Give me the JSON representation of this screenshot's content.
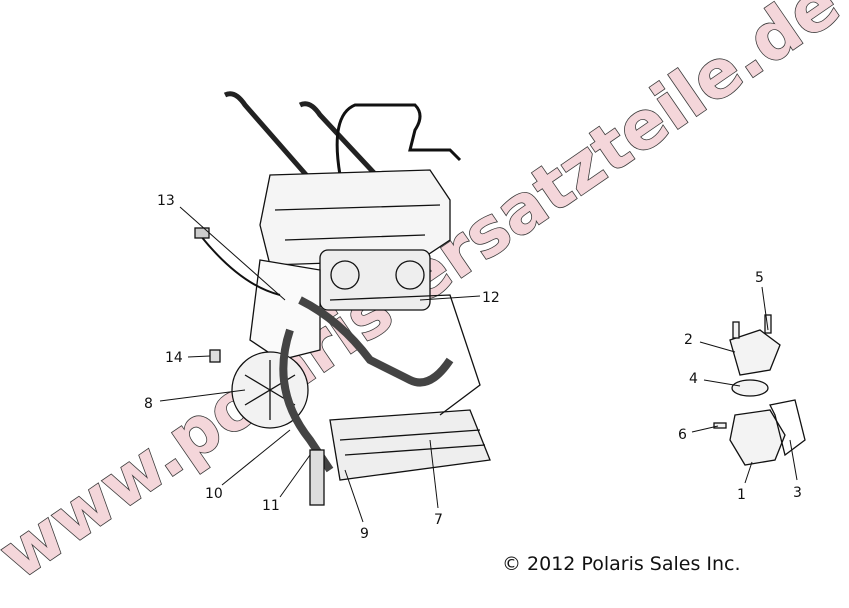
{
  "callouts": [
    "1",
    "2",
    "3",
    "4",
    "5",
    "6",
    "7",
    "8",
    "9",
    "10",
    "11",
    "12",
    "13",
    "14"
  ],
  "copyright": "© 2012 Polaris Sales Inc.",
  "watermark": "www.polaris-ersatzteile.de",
  "colors": {
    "line": "#111111",
    "watermark_fill": "#f4d6da"
  }
}
